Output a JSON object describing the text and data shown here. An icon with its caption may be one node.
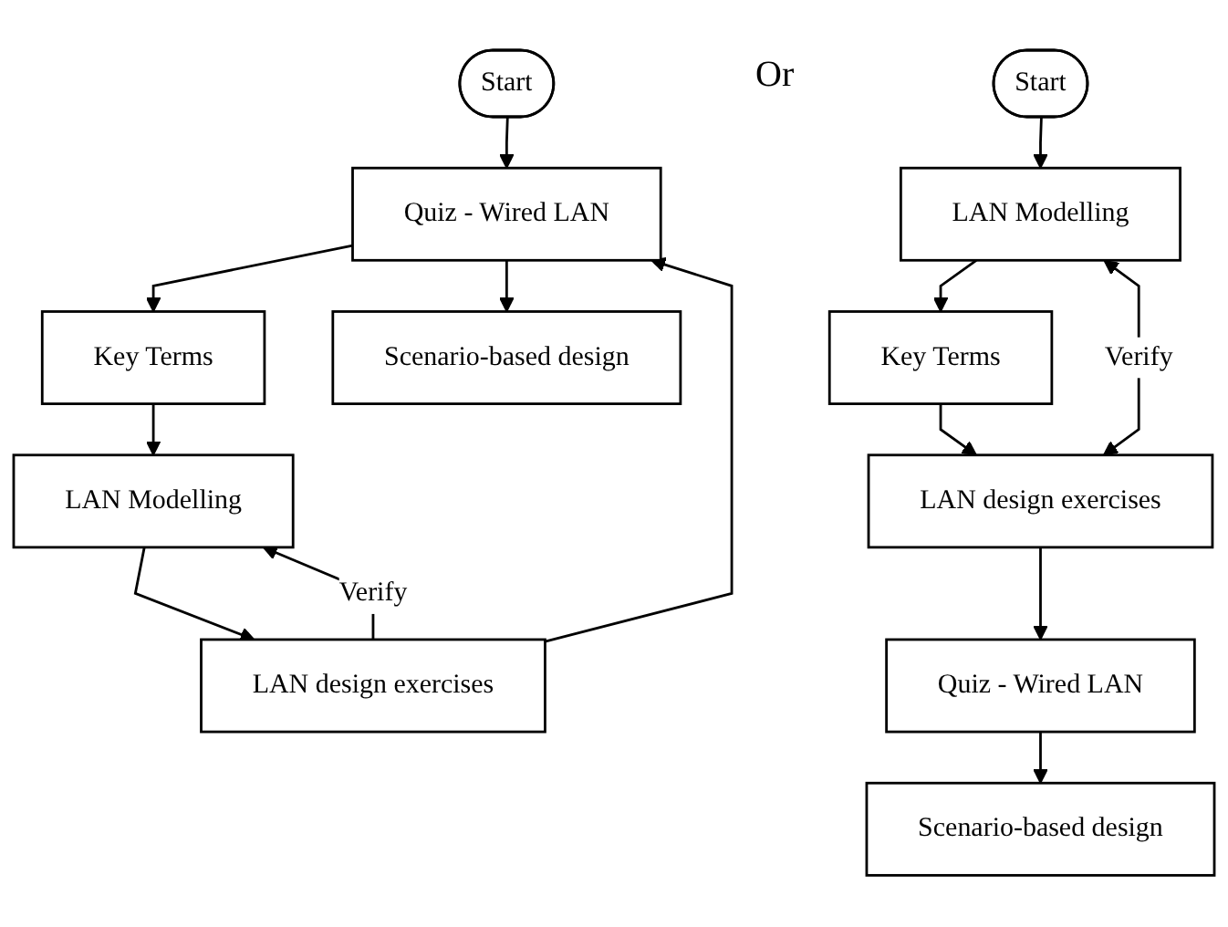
{
  "diagram": {
    "nodes": [
      {
        "text": [
          "Start"
        ]
      },
      {
        "text": [
          "Quiz - Wired LAN"
        ]
      },
      {
        "text": [
          "Key Terms"
        ]
      },
      {
        "text": [
          "LAN Modelling"
        ]
      },
      {
        "text": [
          "LAN design exercises"
        ]
      },
      {
        "text": [
          "Scenario-based design"
        ]
      },
      {
        "text": [
          "Start"
        ]
      },
      {
        "text": [
          "LAN Modelling"
        ]
      },
      {
        "text": [
          "Key Terms"
        ]
      },
      {
        "text": [
          "LAN design exercises"
        ]
      },
      {
        "text": [
          "Quiz - Wired LAN"
        ]
      },
      {
        "text": [
          "Scenario-based design"
        ]
      }
    ],
    "edges": [
      {
        "from": 0,
        "to": 1,
        "arrow": "to"
      },
      {
        "from": 1,
        "to": 2,
        "arrow": "to"
      },
      {
        "from": 2,
        "to": 3,
        "arrow": "to"
      },
      {
        "from": 3,
        "to": 4,
        "arrow": "to"
      },
      {
        "from": 4,
        "to": 3,
        "arrow": "to",
        "label": "Verify"
      },
      {
        "from": 4,
        "to": 1,
        "arrow": "to"
      },
      {
        "from": 1,
        "to": 5,
        "arrow": "to"
      },
      {
        "from": 6,
        "to": 7,
        "arrow": "to"
      },
      {
        "from": 7,
        "to": 8,
        "arrow": "to"
      },
      {
        "from": 8,
        "to": 9,
        "arrow": "to"
      },
      {
        "from": 7,
        "to": 9,
        "arrow": "both",
        "label": "Verify"
      },
      {
        "from": 9,
        "to": 10,
        "arrow": "to"
      },
      {
        "from": 10,
        "to": 11,
        "arrow": "to"
      }
    ],
    "labels": [
      "Or"
    ]
  }
}
